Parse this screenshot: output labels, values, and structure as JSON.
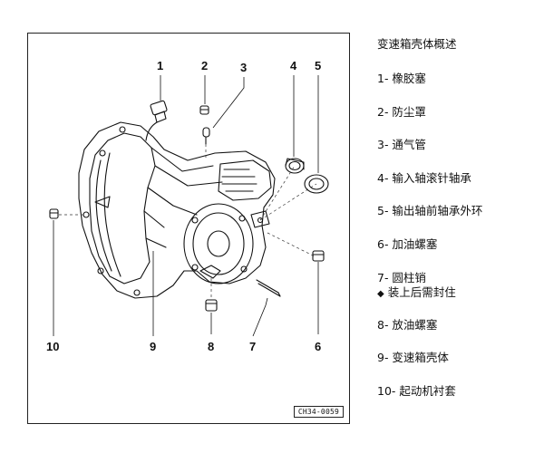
{
  "figure": {
    "code": "CH34-0059",
    "callouts": [
      "1",
      "2",
      "3",
      "4",
      "5",
      "6",
      "7",
      "8",
      "9",
      "10"
    ]
  },
  "legend": {
    "title": "变速箱壳体概述",
    "items": [
      {
        "label": "1- 橡胶塞"
      },
      {
        "label": "2- 防尘罩"
      },
      {
        "label": "3- 通气管"
      },
      {
        "label": "4- 输入轴滚针轴承"
      },
      {
        "label": "5- 输出轴前轴承外环"
      },
      {
        "label": "6- 加油螺塞"
      },
      {
        "label": "7- 圆柱销",
        "note": "装上后需封住"
      },
      {
        "label": "8- 放油螺塞"
      },
      {
        "label": "9- 变速箱壳体"
      },
      {
        "label": "10- 起动机衬套"
      }
    ],
    "note_marker": "◆"
  }
}
